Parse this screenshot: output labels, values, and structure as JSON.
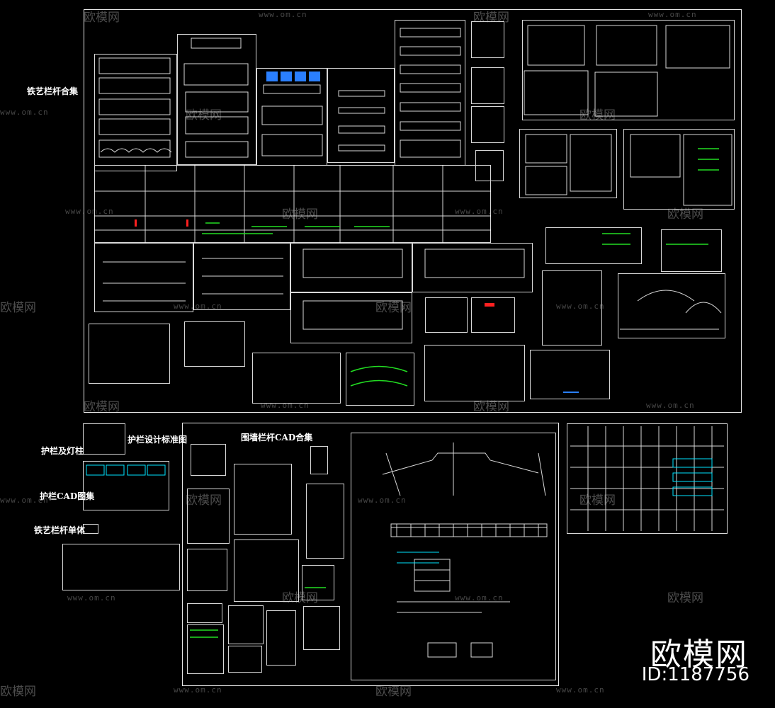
{
  "labels": {
    "iron_railing_collection": "铁艺栏杆合集",
    "guardrail_lamp_post": "护栏及灯柱",
    "guardrail_design_standard": "护栏设计标准图",
    "guardrail_cad_set": "护栏CAD图集",
    "iron_railing_single": "铁艺栏杆单体",
    "wall_railing_cad_collection": "围墙栏杆CAD合集"
  },
  "watermark": {
    "brand": "欧模网",
    "url": "www.om.cn"
  },
  "brand": {
    "name": "欧模网",
    "id": "ID:1187756"
  },
  "colors": {
    "background": "#000000",
    "line": "#ffffff",
    "cyan": "#00e5ff",
    "green": "#22dd22",
    "blue": "#2a7fff",
    "red": "#ff2020"
  }
}
